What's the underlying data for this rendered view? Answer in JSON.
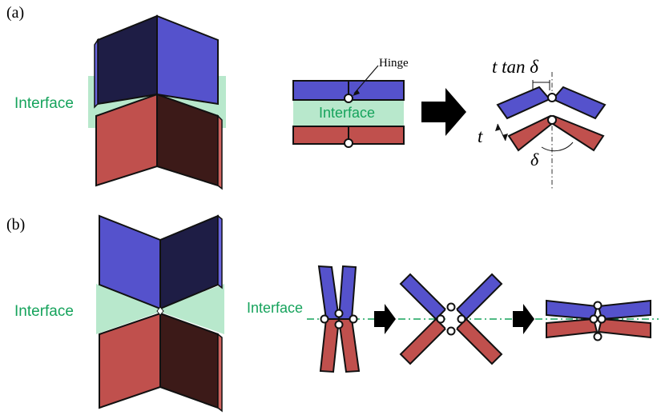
{
  "panels": {
    "a": {
      "label": "(a)"
    },
    "b": {
      "label": "(b)"
    }
  },
  "labels": {
    "interface": "Interface",
    "hinge": "Hinge",
    "t_tan_delta": "t tan δ",
    "t": "t",
    "delta": "δ"
  },
  "colors": {
    "blue": "#5552cc",
    "blue_dark": "#1e1d45",
    "red": "#c0504d",
    "red_dark": "#3c1a18",
    "interface_fill": "#b8e8cc",
    "interface_text": "#16a35c",
    "outline": "#111111"
  }
}
